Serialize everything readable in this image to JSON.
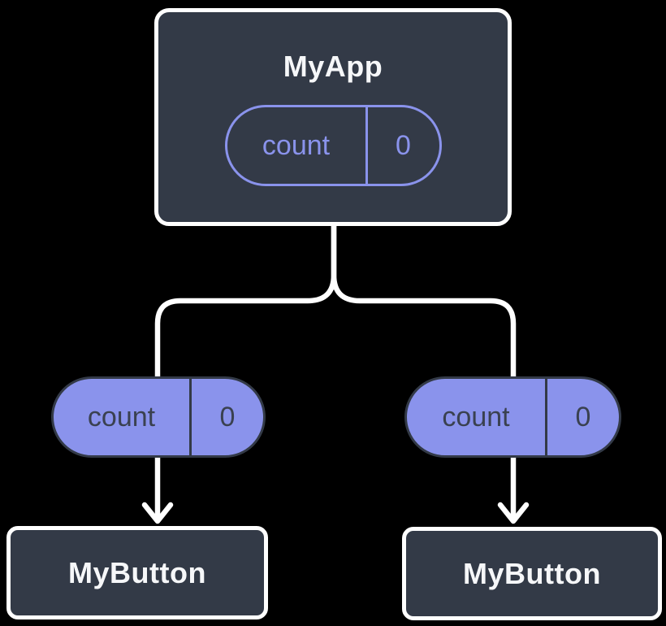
{
  "diagram": {
    "root": {
      "title": "MyApp",
      "state": {
        "name": "count",
        "value": "0"
      }
    },
    "left_prop": {
      "name": "count",
      "value": "0"
    },
    "right_prop": {
      "name": "count",
      "value": "0"
    },
    "left_child": {
      "title": "MyButton"
    },
    "right_child": {
      "title": "MyButton"
    },
    "colors": {
      "background": "#000000",
      "node_background": "#333A47",
      "node_border": "#FFFFFF",
      "accent_purple": "#8A93EC",
      "title_text": "#F6F7F9",
      "pill_dark_text": "#3A4150",
      "connector": "#FFFFFF"
    }
  }
}
